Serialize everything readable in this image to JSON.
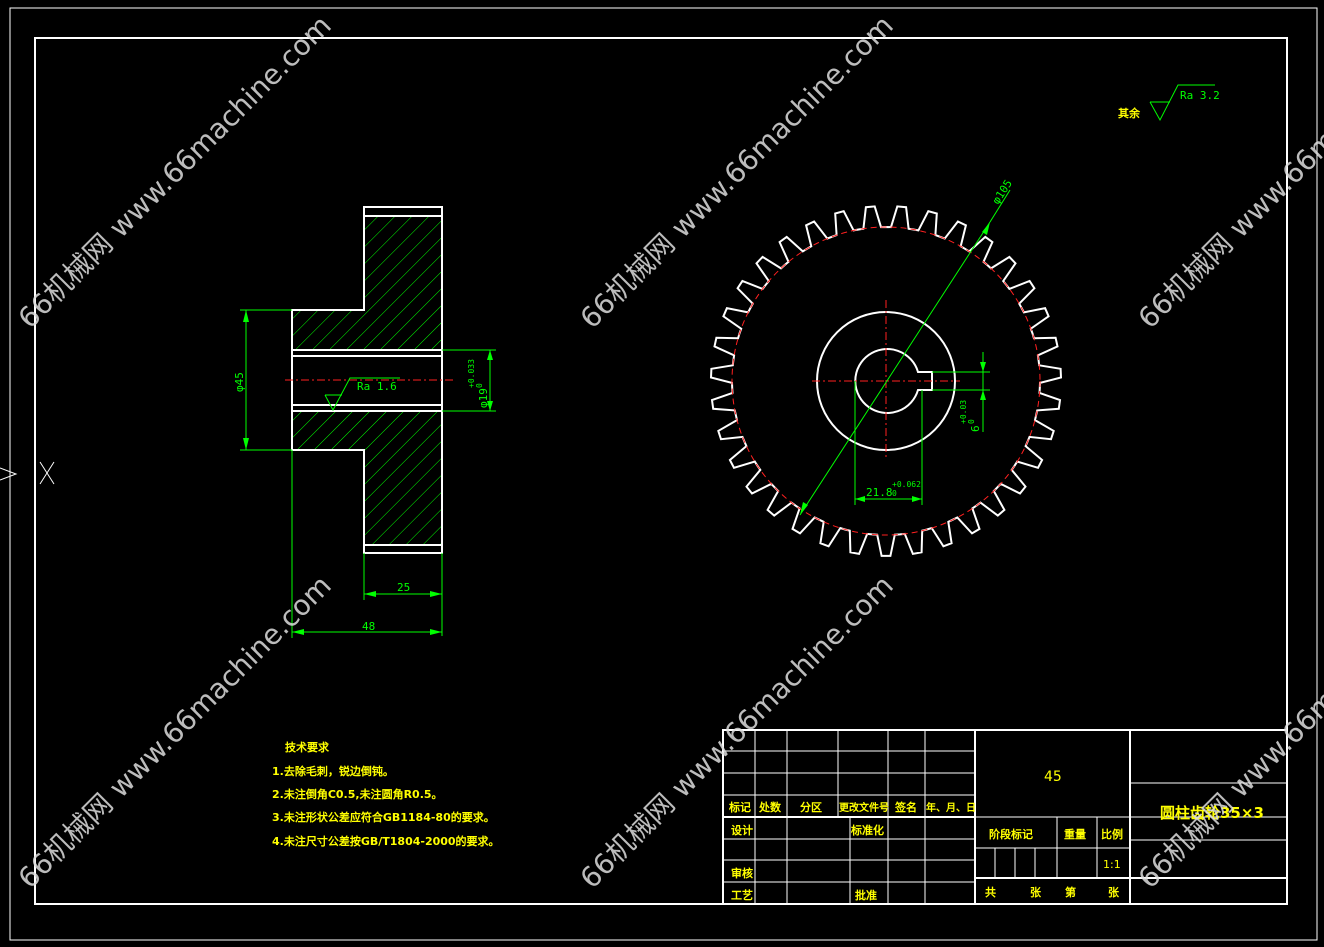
{
  "drawing": {
    "surface_note": "其余",
    "surface_roughness": "Ra 3.2",
    "bore_roughness": "Ra 1.6",
    "dimensions": {
      "hub_diameter": "φ45",
      "bore_diameter": "φ19",
      "bore_tol": "+0.033",
      "bore_tol_low": "0",
      "face_width": "25",
      "total_width": "48",
      "outer_diameter": "φ105",
      "key_width": "6",
      "key_width_tol": "+0.03",
      "key_width_tol_low": "0",
      "key_depth": "21.8",
      "key_depth_tol": "+0.062",
      "key_depth_tol_low": "0"
    }
  },
  "notes": {
    "title": "技术要求",
    "items": [
      "1.去除毛刺，锐边倒钝。",
      "2.未注倒角C0.5,未注圆角R0.5。",
      "3.未注形状公差应符合GB1184-80的要求。",
      "4.未注尺寸公差按GB/T1804-2000的要求。"
    ]
  },
  "title_block": {
    "material": "45",
    "part_name": "圆柱齿轮35×3",
    "headers": [
      "标记",
      "处数",
      "分区",
      "更改文件号",
      "签名",
      "年、月、日"
    ],
    "design": "设计",
    "standardize": "标准化",
    "review": "审核",
    "process": "工艺",
    "approve": "批准",
    "stage_mark": "阶段标记",
    "weight": "重量",
    "scale_label": "比例",
    "scale": "1:1",
    "total": "共",
    "sheets": "张",
    "sheet_no": "第",
    "sheet_unit": "张"
  },
  "watermark": "66机械网 www.66machine.com"
}
